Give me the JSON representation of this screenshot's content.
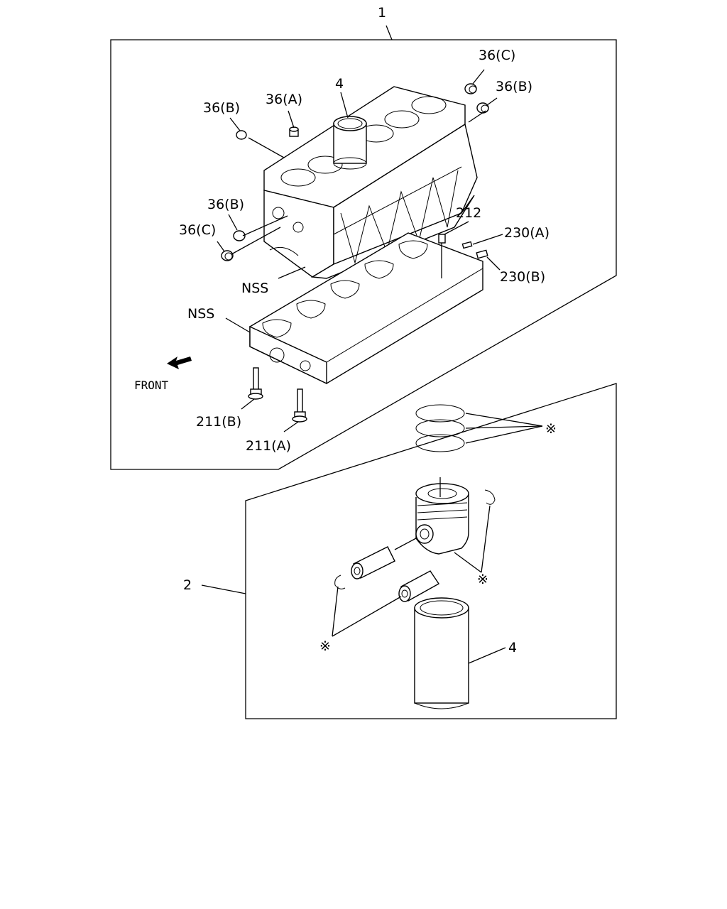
{
  "callouts": {
    "assembly_1": "1",
    "assembly_2": "2",
    "liner_top": "4",
    "liner_bottom": "4",
    "plug_36c_top": "36(C)",
    "plug_36b_top_right": "36(B)",
    "plug_36b_top_left": "36(B)",
    "plug_36a": "36(A)",
    "plug_36b_left": "36(B)",
    "plug_36c_left": "36(C)",
    "pin_212": "212",
    "pin_230a": "230(A)",
    "pin_230b": "230(B)",
    "nss_block": "NSS",
    "nss_bedplate": "NSS",
    "bolt_211b": "211(B)",
    "bolt_211a": "211(A)",
    "front": "FRONT",
    "star_rings": "※",
    "star_clip_right": "※",
    "star_clips_left": "※"
  },
  "icons": {
    "front_arrow": "front-direction-arrow-icon"
  }
}
